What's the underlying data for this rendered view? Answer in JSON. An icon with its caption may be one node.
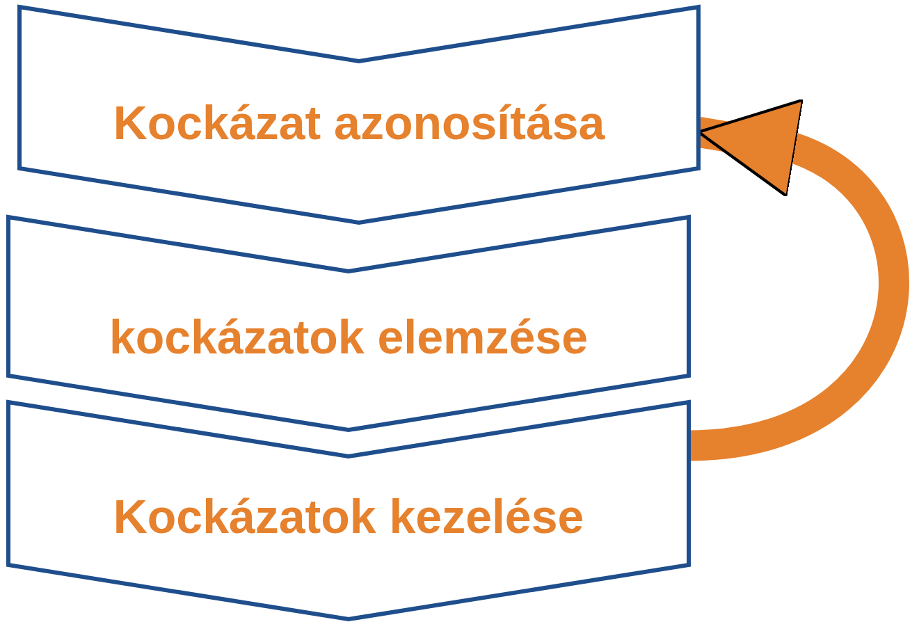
{
  "diagram": {
    "nodes": [
      {
        "text": [
          "Kockázat azonosítása"
        ]
      },
      {
        "text": [
          "kockázatok elemzése"
        ]
      },
      {
        "text": [
          "Kockázatok kezelése"
        ]
      }
    ],
    "edges": [
      {
        "from": 2,
        "to": 0,
        "arrow": "to"
      }
    ]
  }
}
